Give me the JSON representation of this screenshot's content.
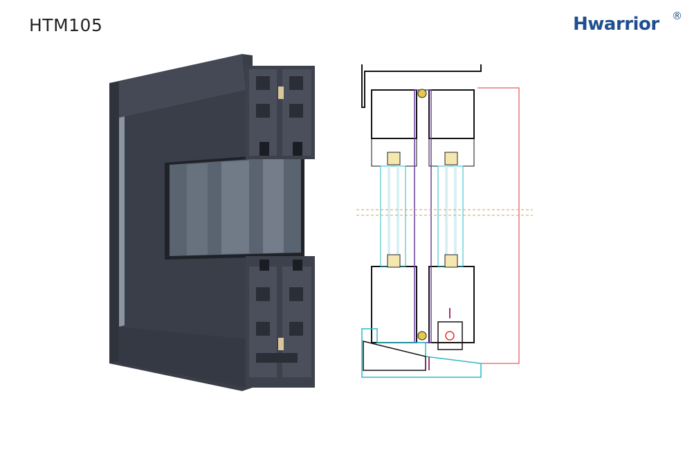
{
  "header": {
    "model": "HTM105"
  },
  "logo": {
    "name": "Hwarrior",
    "reg": "®",
    "color": "#1f4f8f"
  },
  "illustrations": {
    "render_icon": "aluminium-sliding-window-profile-render",
    "section_icon": "profile-cross-section-drawing"
  },
  "colors": {
    "profile": "#3b3f4a",
    "glass": "#596069",
    "outline_red": "#e03030",
    "outline_cyan": "#27b8c8"
  }
}
